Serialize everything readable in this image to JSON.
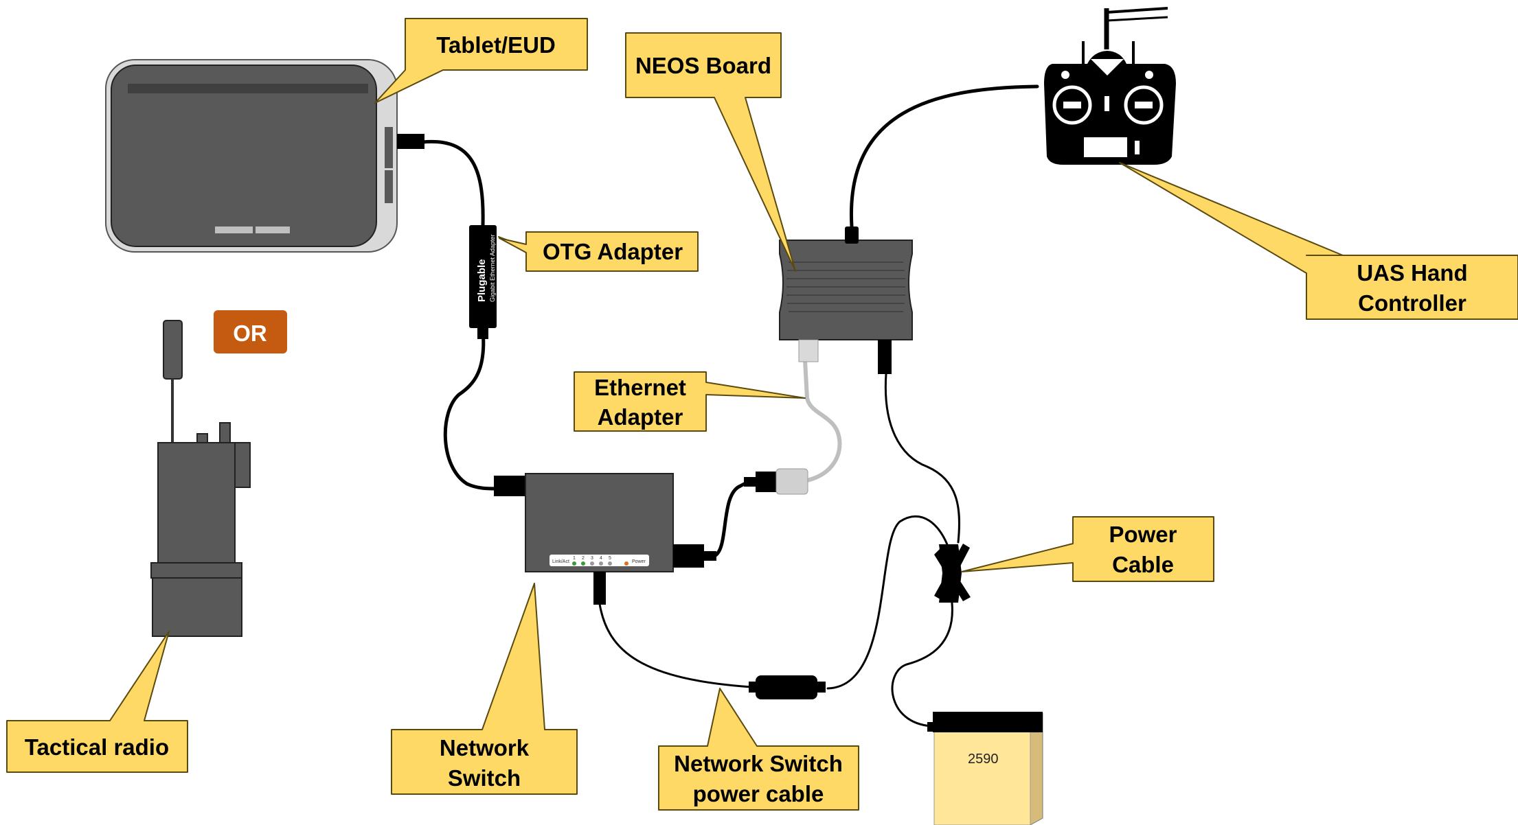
{
  "labels": {
    "tablet": "Tablet/EUD",
    "neos_board": "NEOS Board",
    "otg_adapter": "OTG Adapter",
    "uas_controller_line1": "UAS Hand",
    "uas_controller_line2": "Controller",
    "ethernet_adapter_line1": "Ethernet",
    "ethernet_adapter_line2": "Adapter",
    "power_cable_line1": "Power",
    "power_cable_line2": "Cable",
    "network_switch_line1": "Network",
    "network_switch_line2": "Switch",
    "switch_power_cable_line1": "Network Switch",
    "switch_power_cable_line2": "power cable",
    "tactical_radio": "Tactical radio",
    "or": "OR"
  },
  "battery": {
    "model": "2590"
  },
  "otg_brand": {
    "name": "Plugable",
    "subtitle": "Gigabit Ethernet Adapter"
  },
  "switch_panel": {
    "left_label": "Link/Act",
    "port_numbers": [
      "1",
      "2",
      "3",
      "4",
      "5"
    ],
    "power_label": "Power"
  },
  "colors": {
    "callout_fill": "#FFD966",
    "callout_stroke": "#5a4a10",
    "device_gray": "#595959",
    "or_badge": "#C55A11",
    "cable_black": "#000000",
    "cable_gray": "#bfbfbf"
  }
}
